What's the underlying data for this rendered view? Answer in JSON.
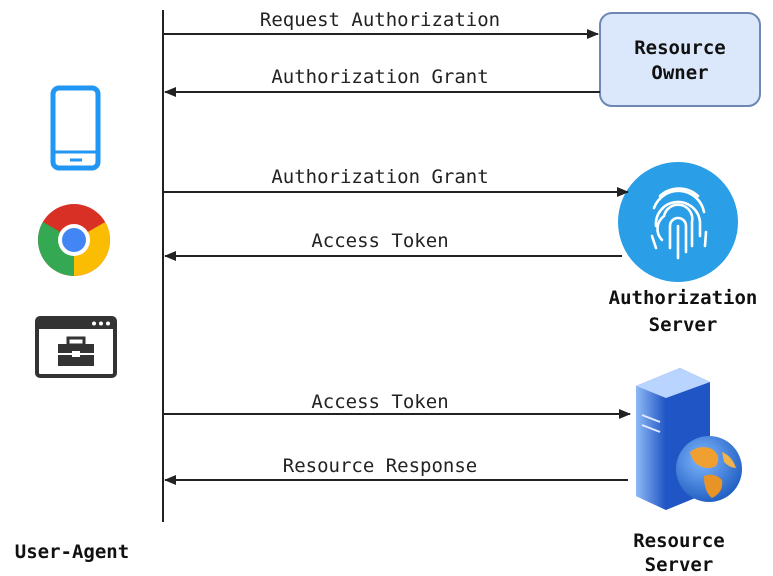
{
  "lifeline_label": "User-Agent",
  "messages": [
    "Request Authorization",
    "Authorization Grant",
    "Authorization Grant",
    "Access Token",
    "Access Token",
    "Resource Response"
  ],
  "participants": {
    "resource_owner": [
      "Resource",
      "Owner"
    ],
    "authorization_server": [
      "Authorization",
      "Server"
    ],
    "resource_server": [
      "Resource",
      "Server"
    ]
  },
  "colors": {
    "owner_box_fill": "#dbe8fb",
    "owner_box_stroke": "#6f87b3",
    "phone": "#2196f3",
    "fingerprint_circle": "#2a9ee6",
    "server": "#2e6fd8",
    "globe": "#3b7fd9",
    "arrow": "#222222"
  },
  "icons": {
    "user_agent": [
      "mobile-phone-icon",
      "chrome-browser-icon",
      "toolbox-app-icon"
    ],
    "authorization_server": "fingerprint-icon",
    "resource_server": "server-globe-icon"
  }
}
